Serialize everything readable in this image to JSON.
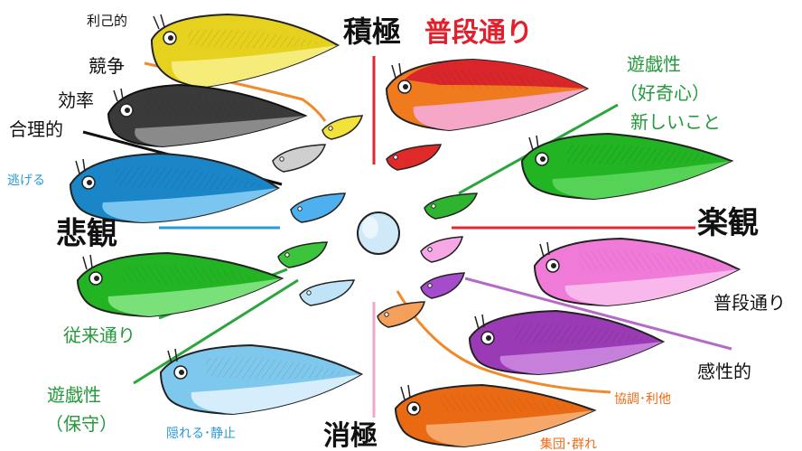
{
  "axes": {
    "top": "積極",
    "top_sub": "普段通り",
    "bottom": "消極",
    "left": "悲観",
    "right": "楽観"
  },
  "labels": {
    "rikoteki": "利己的",
    "kyoso": "競争",
    "koritsu": "効率",
    "goriteki": "合理的",
    "nigeru": "逃げる",
    "jurai": "従来通り",
    "yugi_hoshu_1": "遊戯性",
    "yugi_hoshu_2": "（保守）",
    "kakureru": "隠れる･静止",
    "yugi_kouki_1": "遊戯性",
    "yugi_kouki_2": "（好奇心）",
    "yugi_kouki_3": "新しいこと",
    "fudan_right": "普段通り",
    "kansei": "感性的",
    "kyocho": "協調･利他",
    "shudan": "集団･群れ"
  },
  "colors": {
    "yellow": "#e6d21e",
    "black": "#3a3a3a",
    "blue": "#1a86c8",
    "green_l": "#22b422",
    "lightblue": "#7ec8ee",
    "red": "#d8262a",
    "orange": "#f07a1e",
    "pink": "#f07ad8",
    "purple": "#9a3ab4",
    "deeporange": "#ea6a14",
    "line_black": "#111111",
    "line_red": "#dd2a36",
    "line_blue": "#2a9ad8",
    "line_green": "#2aa63c",
    "line_orange": "#f08a2a",
    "line_purple": "#b66ac8",
    "line_pink": "#f0a8c8",
    "text_red": "#e0202c",
    "text_green": "#229a3a",
    "text_blue": "#2a9ad8",
    "text_orange": "#ee6a14"
  }
}
